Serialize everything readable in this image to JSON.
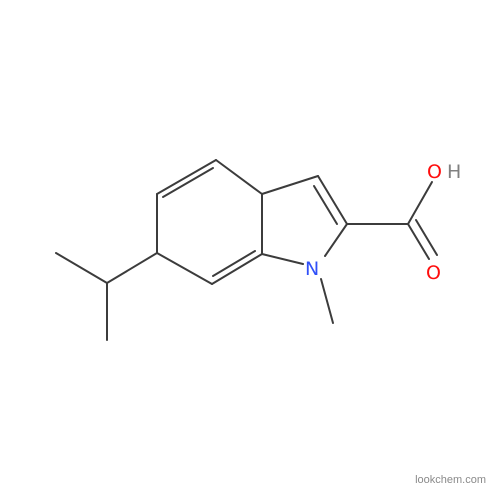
{
  "molecule": {
    "atoms": {
      "oh_o": "O",
      "oh_h": "H",
      "carbonyl_o": "O",
      "n": "N"
    },
    "colors": {
      "bond": "#3c3c3c",
      "oxygen": "#ff0d0d",
      "hydrogen": "#808080",
      "nitrogen": "#3050f8"
    }
  },
  "watermark": "lookchem.com"
}
